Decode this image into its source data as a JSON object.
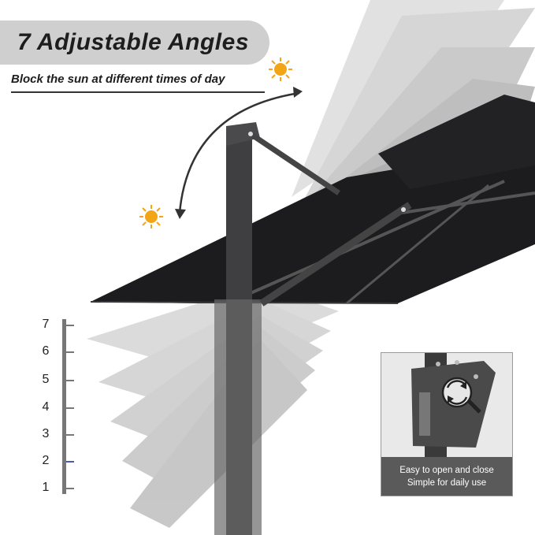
{
  "header": {
    "title": "7 Adjustable Angles",
    "subtitle": "Block the sun at different times of day"
  },
  "scale": {
    "labels": [
      "7",
      "6",
      "5",
      "4",
      "3",
      "2",
      "1"
    ]
  },
  "inset": {
    "caption_line1": "Easy to open and close",
    "caption_line2": "Simple for daily use"
  },
  "icons": [
    "sun-icon",
    "sun-icon",
    "curved-double-arrow-icon",
    "rotate-crank-icon"
  ],
  "colors": {
    "canopy": "#1c1c1e",
    "frame": "#4a4a4a",
    "title_pill": "#cfcfcf",
    "caption_bg": "#5a5a5a",
    "sun": "#f2a516"
  }
}
